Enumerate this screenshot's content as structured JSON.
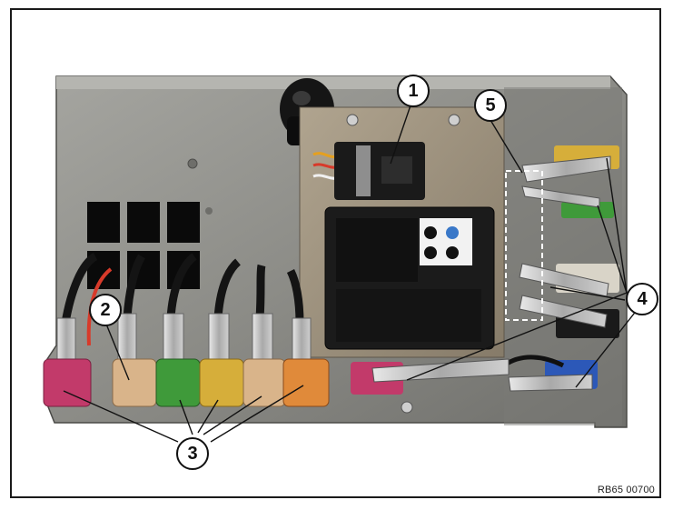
{
  "figure": {
    "reference_code": "RB65 00700",
    "callouts": [
      {
        "id": "1",
        "label": "1"
      },
      {
        "id": "2",
        "label": "2"
      },
      {
        "id": "3",
        "label": "3"
      },
      {
        "id": "4",
        "label": "4"
      },
      {
        "id": "5",
        "label": "5"
      }
    ]
  },
  "colors": {
    "housing": "#8f8f8a",
    "housing_dark": "#5b5b57",
    "plate": "#9a8f7e",
    "connector_black": "#1b1b1b",
    "pink": "#c23a6a",
    "beige": "#d9b48a",
    "green": "#3f9a3a",
    "yellow": "#d6ae3a",
    "orange": "#e08a3a",
    "blue": "#2c58b8",
    "dashed_box": "#ffffff"
  }
}
